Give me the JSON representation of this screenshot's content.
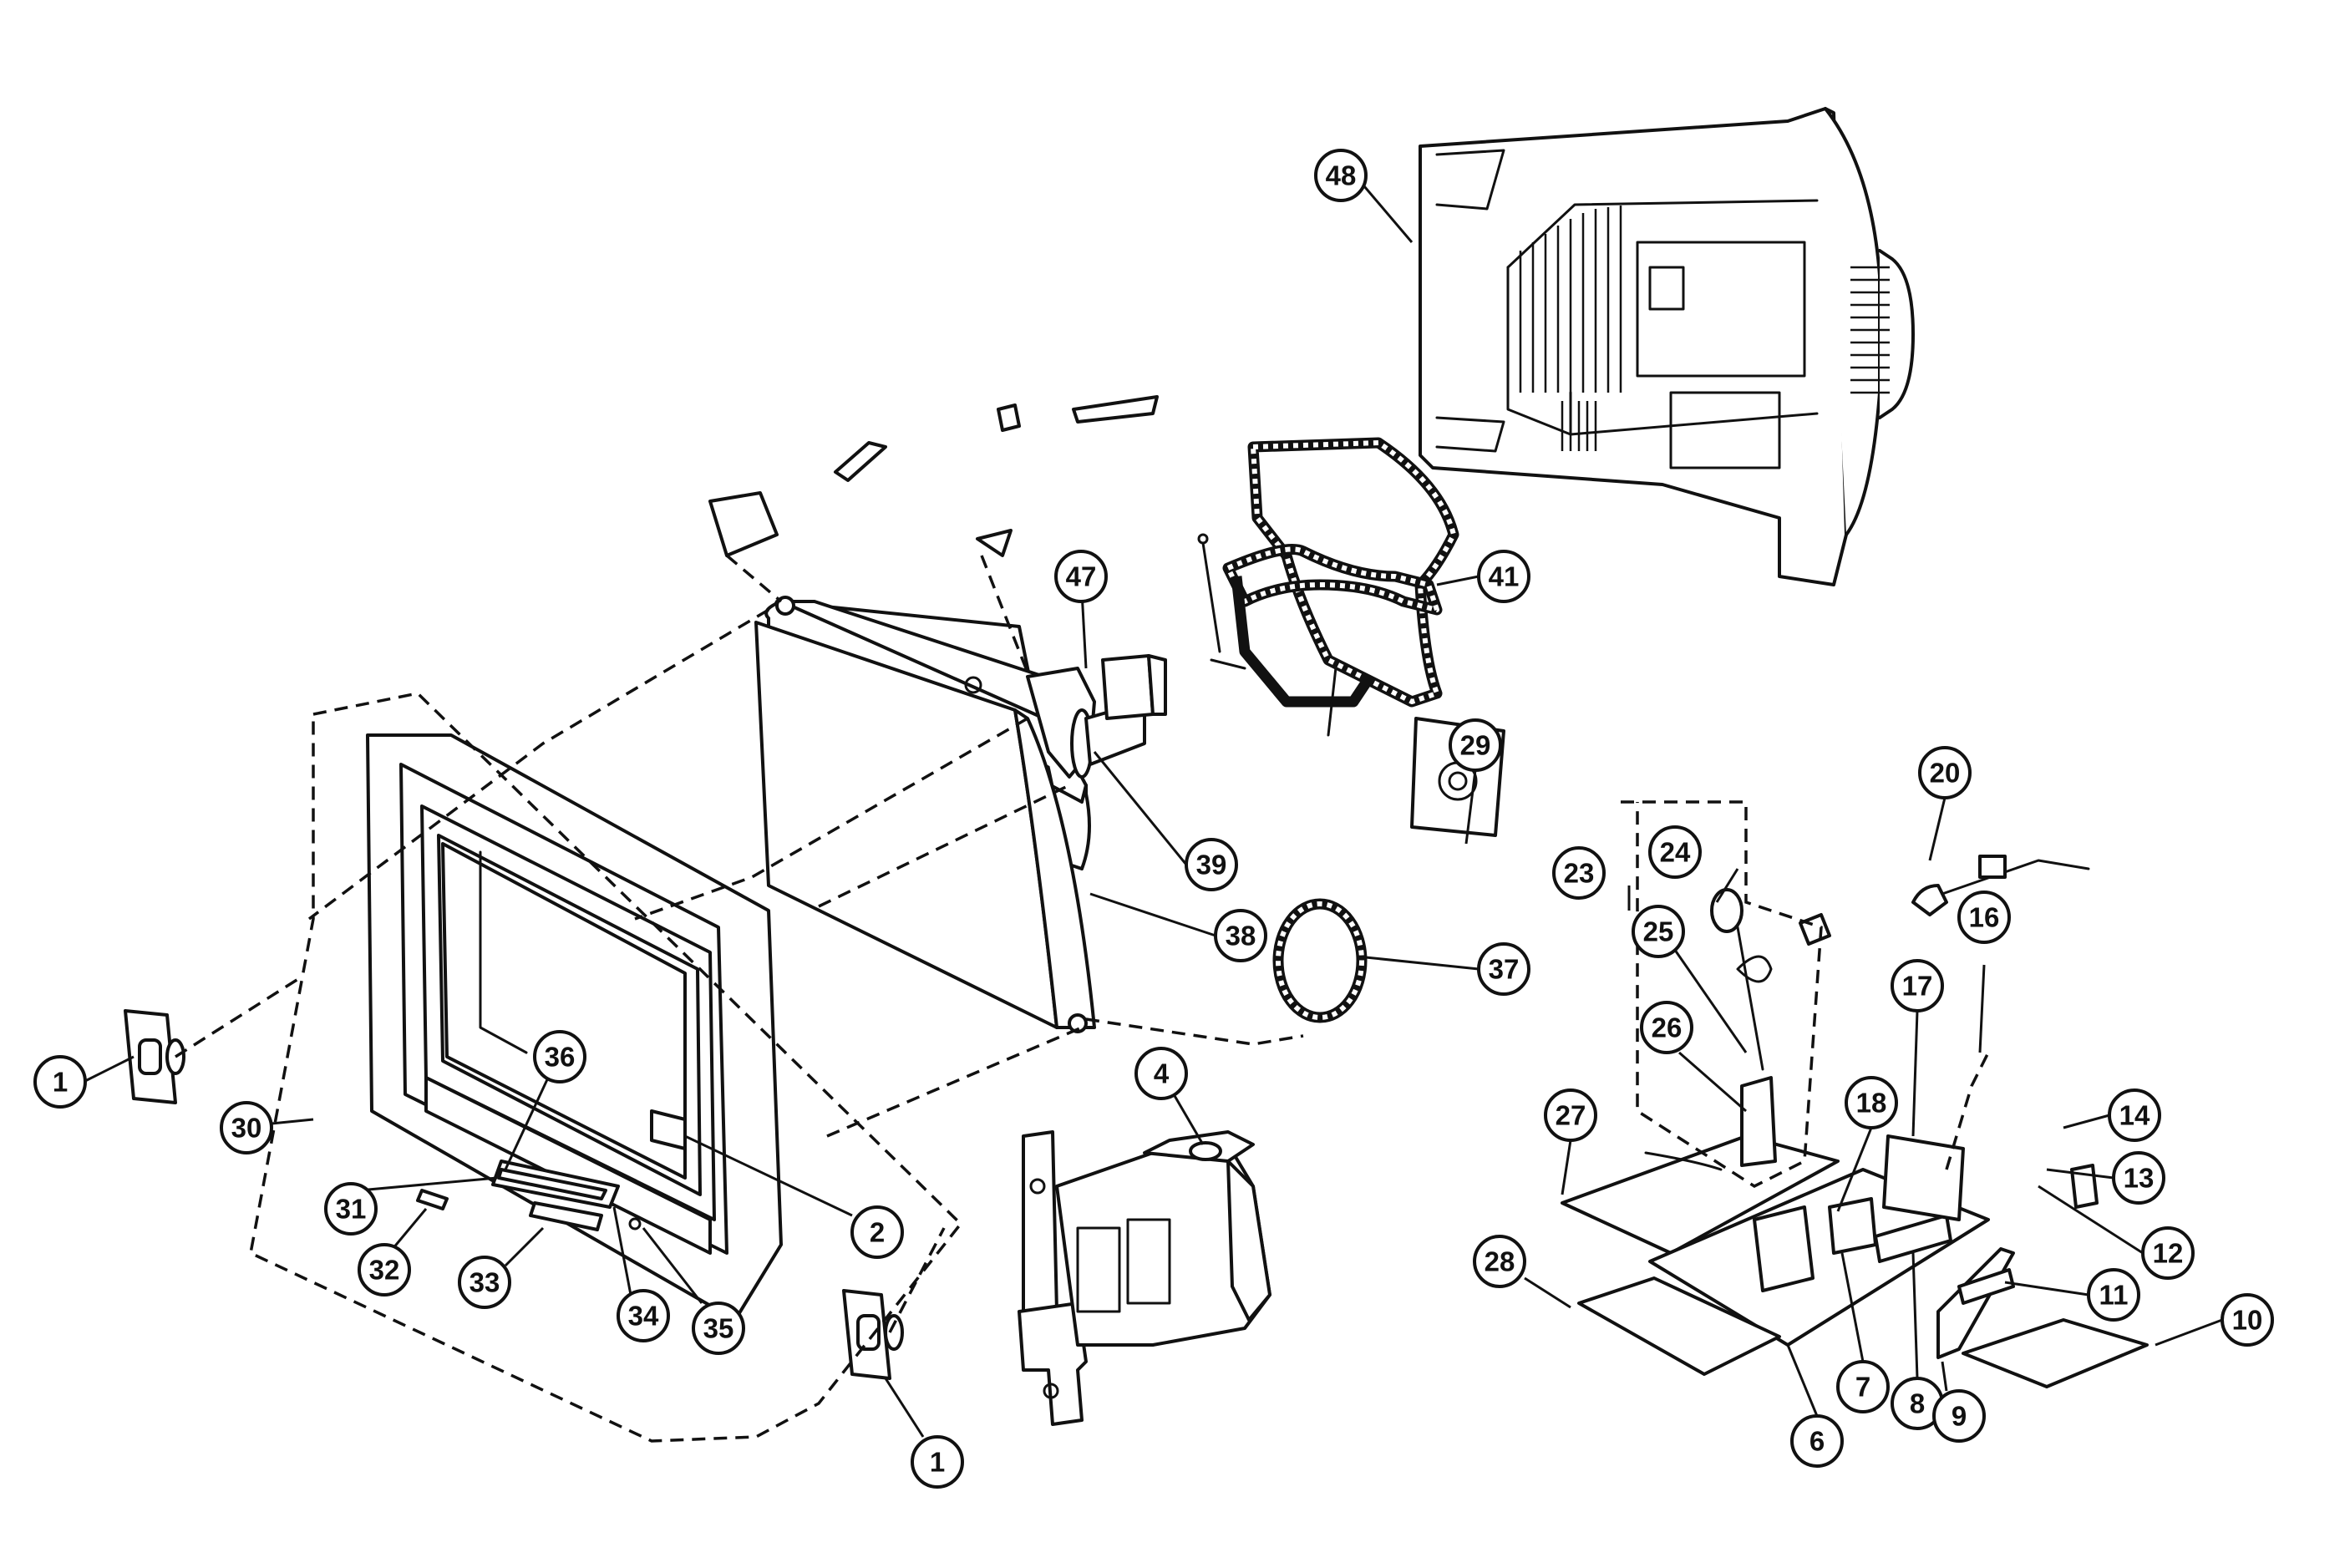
{
  "callouts": [
    {
      "id": "c48",
      "label": "48"
    },
    {
      "id": "c41",
      "label": "41"
    },
    {
      "id": "c47",
      "label": "47"
    },
    {
      "id": "c39",
      "label": "39"
    },
    {
      "id": "c38",
      "label": "38"
    },
    {
      "id": "c37",
      "label": "37"
    },
    {
      "id": "c29",
      "label": "29"
    },
    {
      "id": "c20",
      "label": "20"
    },
    {
      "id": "c23",
      "label": "23"
    },
    {
      "id": "c24",
      "label": "24"
    },
    {
      "id": "c25",
      "label": "25"
    },
    {
      "id": "c26",
      "label": "26"
    },
    {
      "id": "c16",
      "label": "16"
    },
    {
      "id": "c17",
      "label": "17"
    },
    {
      "id": "c18",
      "label": "18"
    },
    {
      "id": "c27",
      "label": "27"
    },
    {
      "id": "c14",
      "label": "14"
    },
    {
      "id": "c13",
      "label": "13"
    },
    {
      "id": "c12",
      "label": "12"
    },
    {
      "id": "c11",
      "label": "11"
    },
    {
      "id": "c10",
      "label": "10"
    },
    {
      "id": "c28",
      "label": "28"
    },
    {
      "id": "c7",
      "label": "7"
    },
    {
      "id": "c8",
      "label": "8"
    },
    {
      "id": "c9",
      "label": "9"
    },
    {
      "id": "c6",
      "label": "6"
    },
    {
      "id": "c4",
      "label": "4"
    },
    {
      "id": "c1a",
      "label": "1"
    },
    {
      "id": "c1b",
      "label": "1"
    },
    {
      "id": "c30",
      "label": "30"
    },
    {
      "id": "c36",
      "label": "36"
    },
    {
      "id": "c31",
      "label": "31"
    },
    {
      "id": "c32",
      "label": "32"
    },
    {
      "id": "c33",
      "label": "33"
    },
    {
      "id": "c34",
      "label": "34"
    },
    {
      "id": "c35",
      "label": "35"
    },
    {
      "id": "c2",
      "label": "2"
    }
  ]
}
